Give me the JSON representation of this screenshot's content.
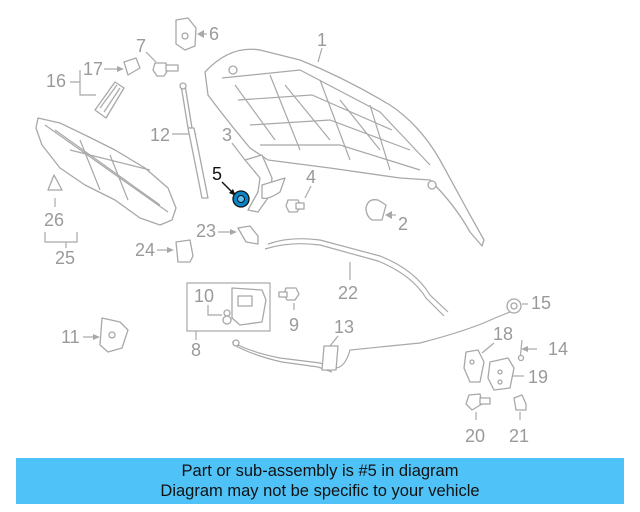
{
  "callouts": {
    "c1": "1",
    "c2": "2",
    "c3": "3",
    "c4": "4",
    "c5": "5",
    "c6": "6",
    "c7": "7",
    "c8": "8",
    "c9": "9",
    "c10": "10",
    "c11": "11",
    "c12": "12",
    "c13": "13",
    "c14": "14",
    "c15": "15",
    "c16": "16",
    "c17": "17",
    "c18": "18",
    "c19": "19",
    "c20": "20",
    "c21": "21",
    "c22": "22",
    "c23": "23",
    "c24": "24",
    "c25": "25",
    "c26": "26"
  },
  "highlight_color": "#0a84c6",
  "caption": {
    "line1": "Part or sub-assembly is #5 in diagram",
    "line2": "Diagram may not be specific to your vehicle",
    "background": "#4fc3f7"
  }
}
